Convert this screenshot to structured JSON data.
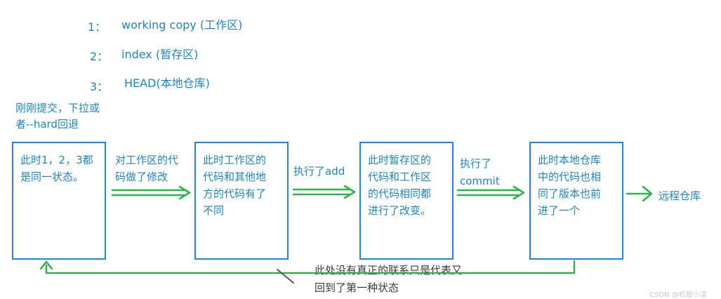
{
  "legend": [
    {
      "num": "1：",
      "text": "working copy (工作区)"
    },
    {
      "num": "2：",
      "text": "index (暂存区)"
    },
    {
      "num": "3：",
      "text": "HEAD(本地仓库)"
    }
  ],
  "side_note": "刚刚提交，下拉或\n者--hard回退",
  "boxes": [
    {
      "text": "此时1，2，3都\n是同一状态。"
    },
    {
      "text": "此时工作区的\n代码和其他地\n方的代码有了\n不同"
    },
    {
      "text": "此时暂存区的\n代码和工作区\n的代码相同都\n进行了改变。"
    },
    {
      "text": "此时本地仓库\n中的代码也相\n同了版本也前\n进了一个"
    }
  ],
  "arrow_labels": [
    {
      "text": "对工作区的代\n码做了修改"
    },
    {
      "text": "执行了add"
    },
    {
      "text": "执行了\ncommit"
    },
    {
      "text": "远程仓库"
    }
  ],
  "bottom_note": "此处没有真正的联系只是代表又\n回到了第一种状态",
  "watermark": "CSDN @机智小凌",
  "colors": {
    "box_border": "#1e88d8",
    "text_blue": "#1a86c8",
    "arrow_green": "#2db34a"
  }
}
